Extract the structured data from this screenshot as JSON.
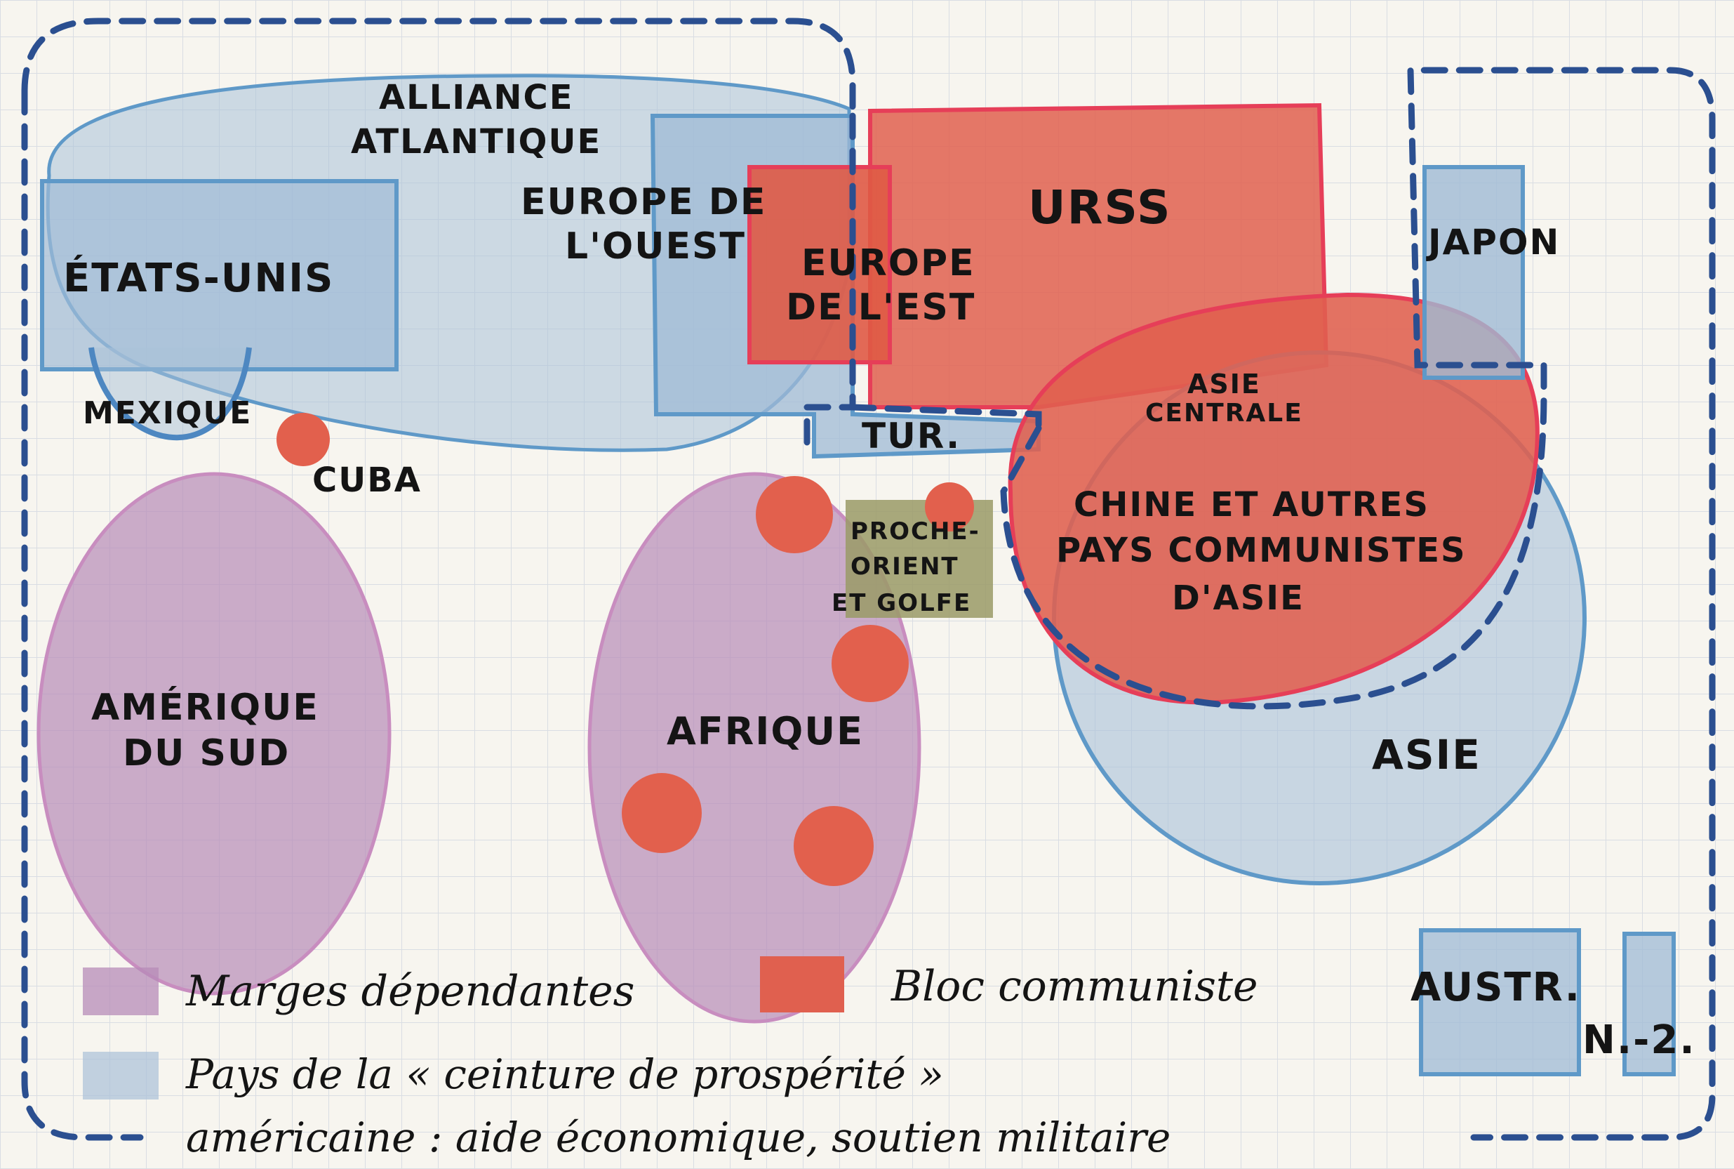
{
  "map": {
    "regions": {
      "alliance": [
        "ALLIANCE",
        "ATLANTIQUE"
      ],
      "usa": "ÉTATS-UNIS",
      "mexique": "MEXIQUE",
      "cuba": "CUBA",
      "europe_ouest": [
        "EUROPE DE",
        "L'OUEST"
      ],
      "europe_est": [
        "EUROPE",
        "DE L'EST"
      ],
      "urss": "URSS",
      "japon": "JAPON",
      "asie_centrale": [
        "ASIE",
        "CENTRALE"
      ],
      "tur": "TUR.",
      "proche_orient": [
        "PROCHE-",
        "ORIENT",
        "ET GOLFE"
      ],
      "chine": [
        "CHINE ET AUTRES",
        "PAYS COMMUNISTES",
        "D'ASIE"
      ],
      "amerique_sud": [
        "AMÉRIQUE",
        "DU SUD"
      ],
      "afrique": "AFRIQUE",
      "asie": "ASIE",
      "austr": "AUSTR.",
      "note": "N.-2."
    },
    "legend": {
      "marges": "Marges dépendantes",
      "bloc": "Bloc communiste",
      "pays_line1": "Pays de la « ceinture de prospérité »",
      "pays_line2": "américaine : aide économique, soutien militaire"
    },
    "colors": {
      "paper": "#f7f5ef",
      "grid": "#d9dde3",
      "blue_fill": "#a9c1d8",
      "blue_stroke": "#5f99c8",
      "dash": "#2b4f90",
      "red_fill": "#e0604f",
      "red_stroke": "#e63e58",
      "purple_fill": "#b78bb8",
      "purple_stroke": "#c88dbf",
      "olive": "#9a9a66"
    }
  }
}
